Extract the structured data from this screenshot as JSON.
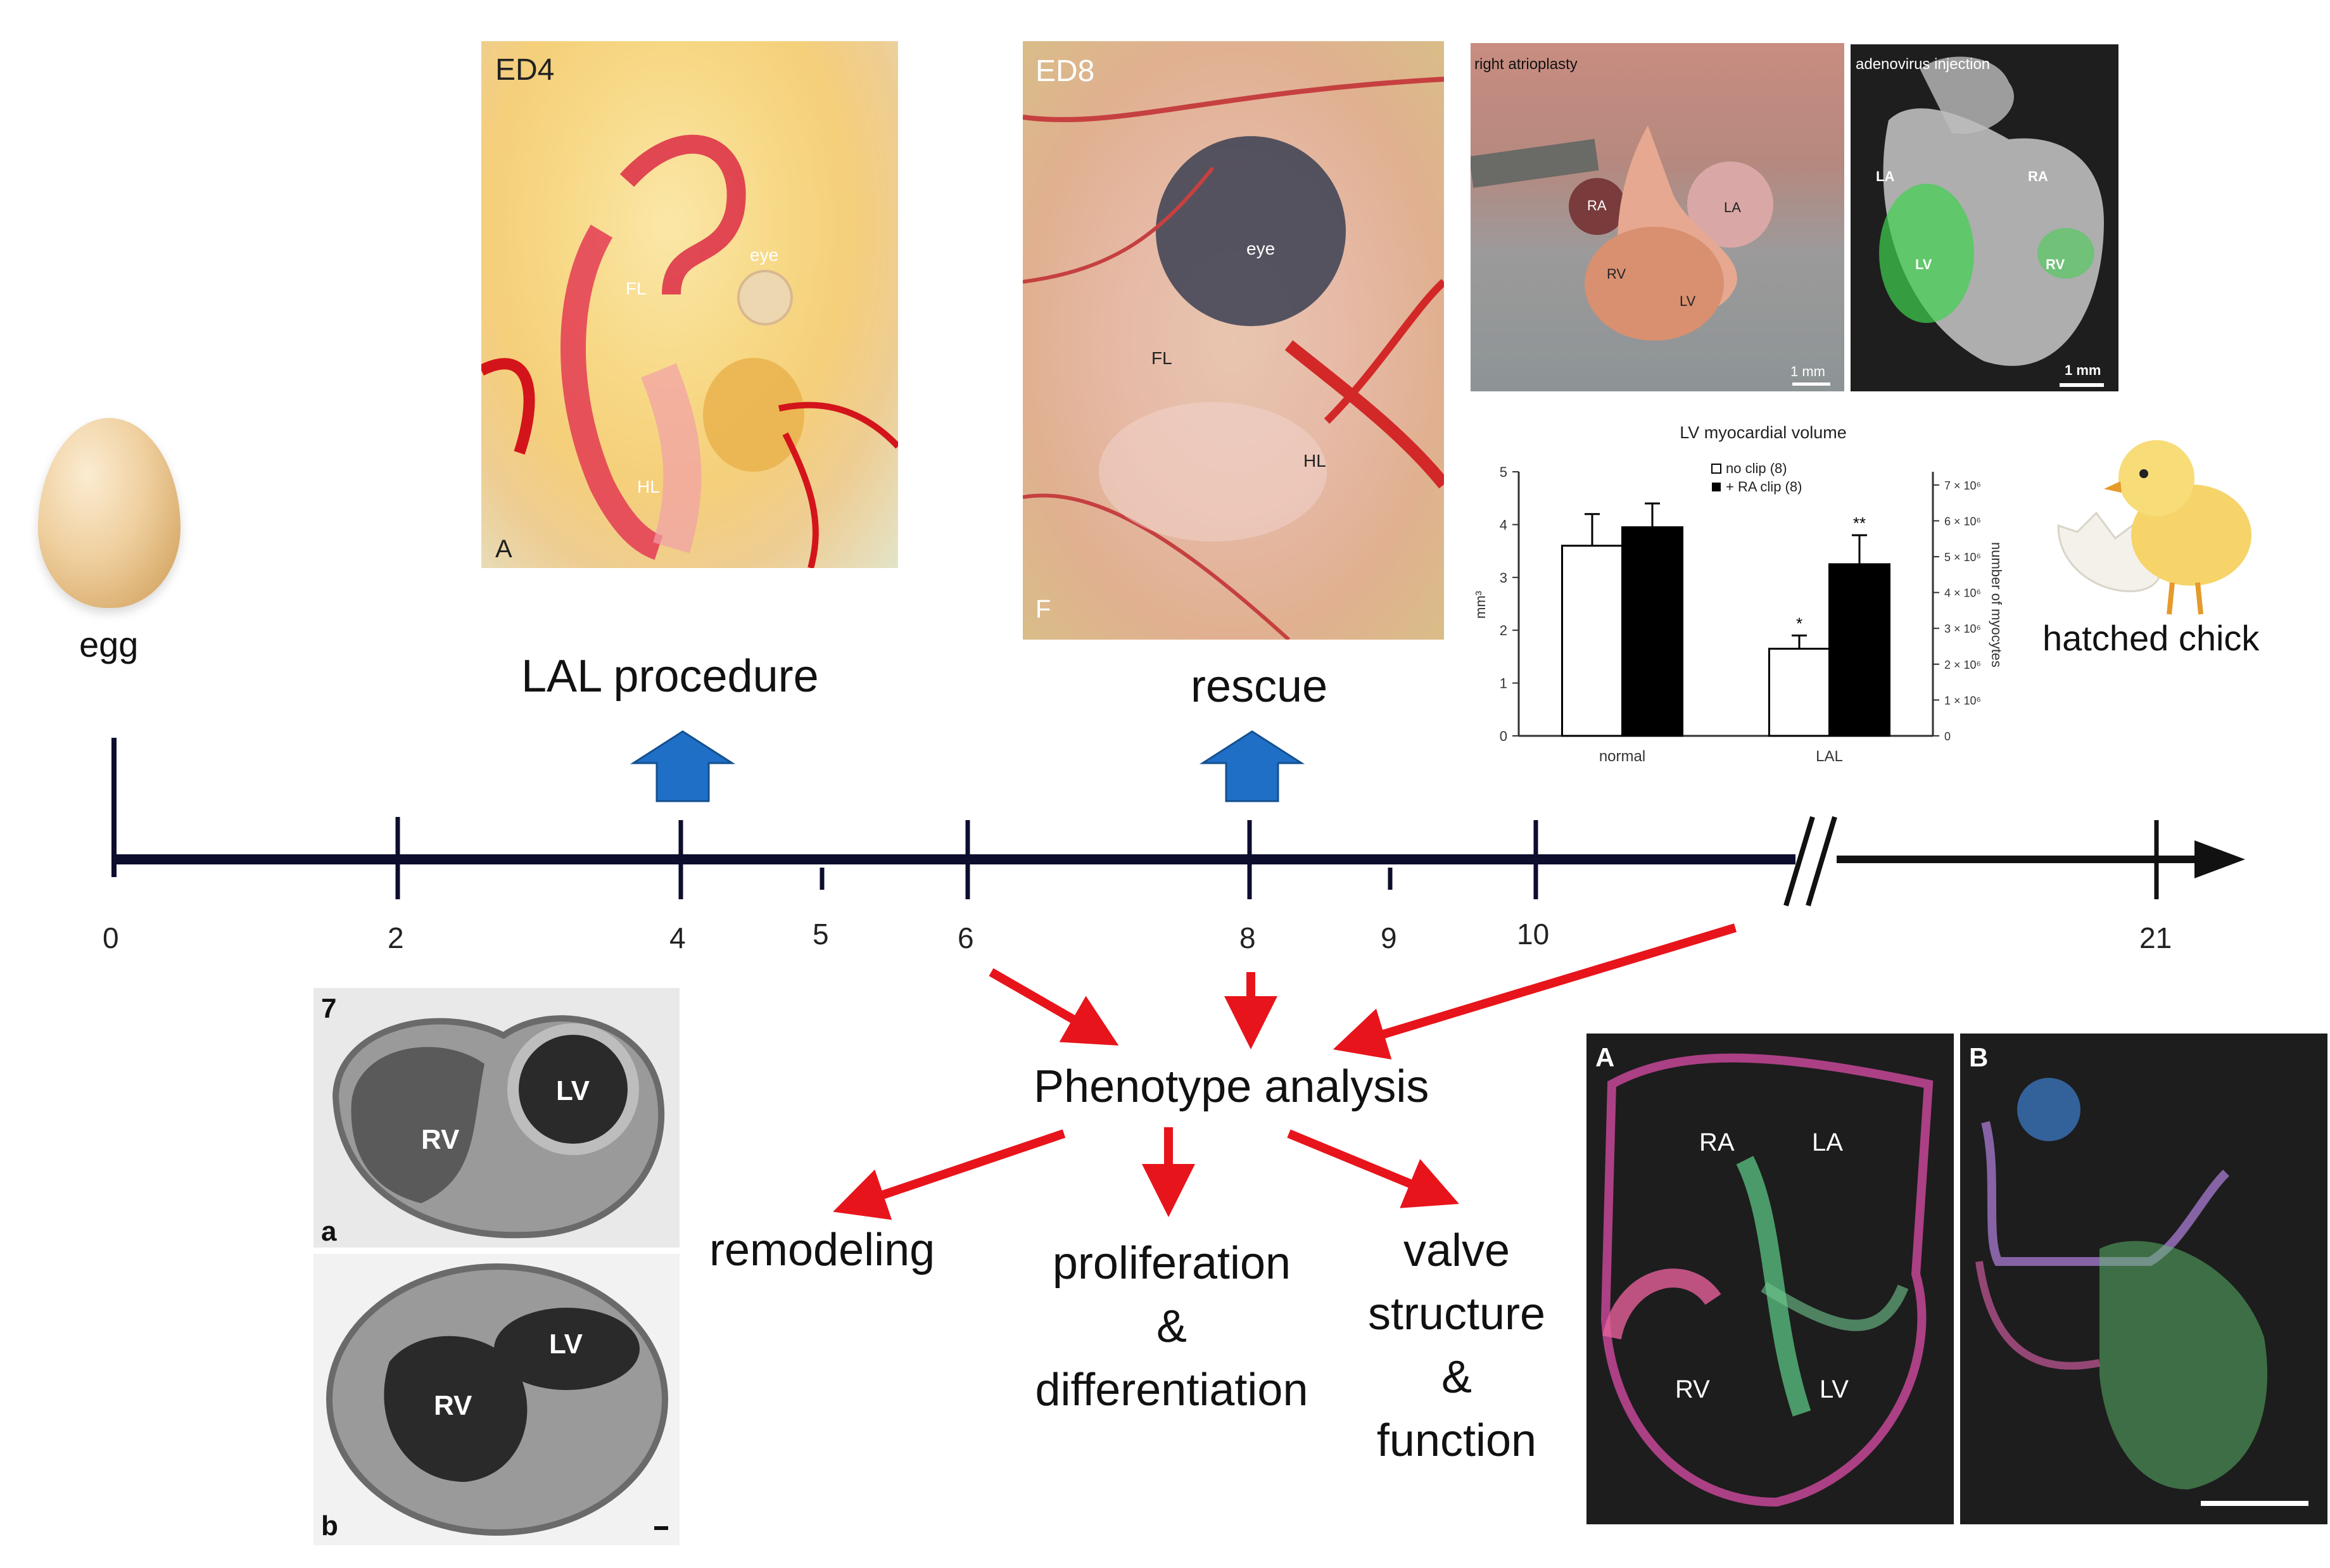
{
  "egg": {
    "label": "egg"
  },
  "chick": {
    "label": "hatched chick"
  },
  "panels": {
    "ed4": {
      "title": "ED4",
      "tag": "A",
      "labels": [
        "FL",
        "eye",
        "HL"
      ]
    },
    "ed8": {
      "title": "ED8",
      "tag": "F",
      "labels": [
        "eye",
        "FL",
        "HL"
      ]
    },
    "atrioplasty": {
      "title": "right atrioplasty",
      "labels": [
        "RA",
        "LA",
        "RV",
        "LV"
      ],
      "scale": "1 mm"
    },
    "adenovirus": {
      "title": "adenovirus injection",
      "labels": [
        "LA",
        "RA",
        "LV",
        "RV"
      ],
      "scale": "1 mm"
    },
    "sem": {
      "fig": "7",
      "top_tag": "a",
      "bottom_tag": "b",
      "labels": [
        "LV",
        "RV",
        "LV",
        "RV"
      ]
    },
    "histo": {
      "left_tag": "A",
      "right_tag": "B",
      "labels": [
        "RA",
        "LA",
        "RV",
        "LV"
      ]
    }
  },
  "procedures": {
    "lal": "LAL procedure",
    "rescue": "rescue"
  },
  "timeline": {
    "ticks": [
      "0",
      "2",
      "4",
      "5",
      "6",
      "8",
      "9",
      "10",
      "21"
    ],
    "colors": {
      "axis": "#0d0d2e",
      "up_arrow": "#1f6fc7",
      "red_arrow": "#e8141b"
    }
  },
  "analysis": {
    "hub": "Phenotype analysis",
    "outcomes": {
      "remodeling": "remodeling",
      "prolif_1": "proliferation",
      "prolif_2": "&",
      "prolif_3": "differentiation",
      "valve_1": "valve",
      "valve_2": "structure",
      "valve_3": "&",
      "valve_4": "function"
    }
  },
  "chart_data": {
    "type": "bar",
    "title": "LV myocardial volume",
    "categories": [
      "normal",
      "LAL"
    ],
    "series": [
      {
        "name": "no clip (8)",
        "values": [
          3.6,
          1.65
        ],
        "errors": [
          0.6,
          0.25
        ],
        "color": "#ffffff"
      },
      {
        "name": "+ RA clip (8)",
        "values": [
          3.95,
          3.25
        ],
        "errors": [
          0.45,
          0.55
        ],
        "color": "#000000"
      }
    ],
    "ylabel": "mm³",
    "ylim": [
      0,
      5
    ],
    "yticks": [
      "0",
      "1",
      "2",
      "3",
      "4",
      "5"
    ],
    "y2label": "number of myocytes",
    "y2ticks": [
      "0",
      "1 × 10⁶",
      "2 × 10⁶",
      "3 × 10⁶",
      "4 × 10⁶",
      "5 × 10⁶",
      "6 × 10⁶",
      "7 × 10⁶"
    ],
    "annotations": {
      "lal_no_clip": "*",
      "lal_ra_clip": "**"
    },
    "legend_position": "top-right",
    "grid": false
  }
}
